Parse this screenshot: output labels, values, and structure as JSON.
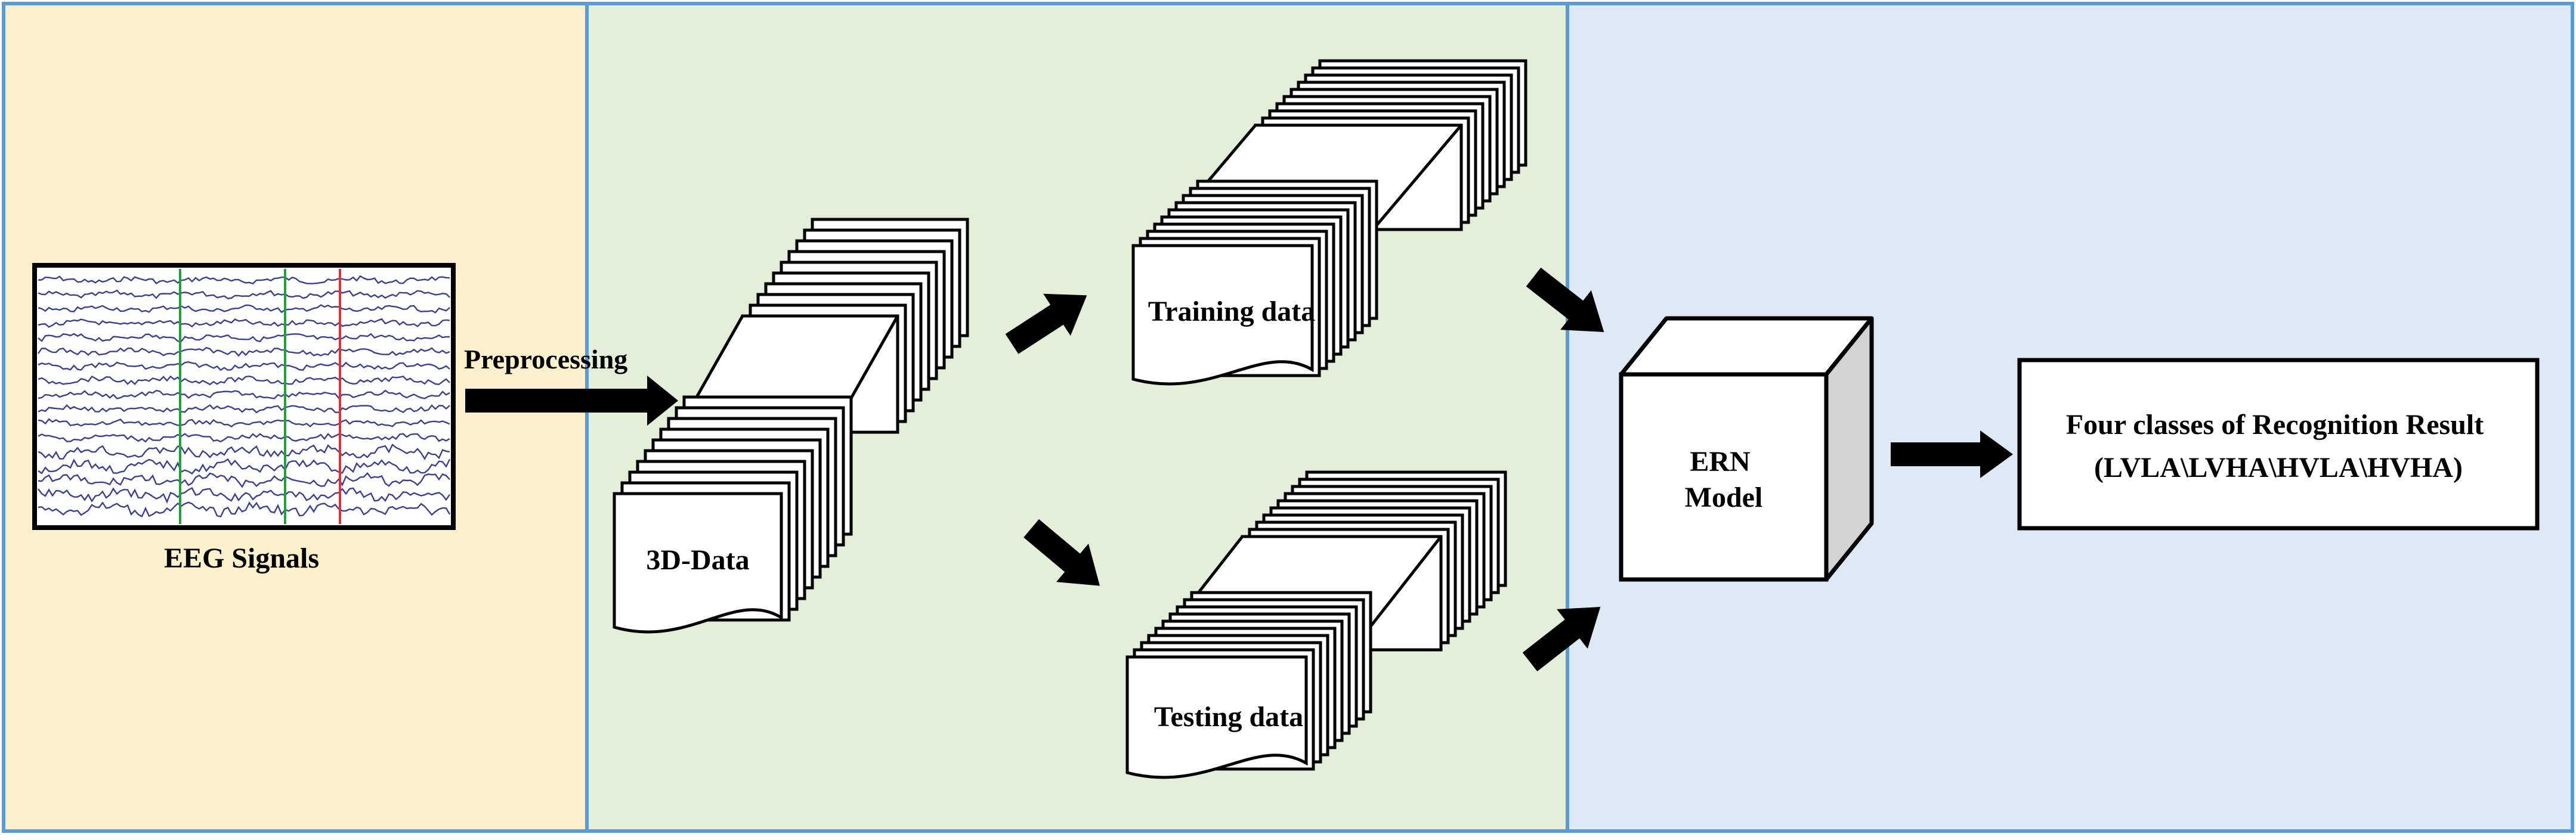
{
  "colors": {
    "panel_left": "#FDF0CD",
    "panel_middle": "#E3EFD9",
    "panel_right": "#DDE9F5",
    "panel_border": "#5B9BD5",
    "eeg_trace": "#3B3F94",
    "eeg_marker_green": "#22A03A",
    "eeg_marker_red": "#E0303A",
    "arrow": "#000000"
  },
  "labels": {
    "eeg_signals": "EEG Signals",
    "preprocessing": "Preprocessing",
    "data_3d": "3D-Data",
    "training_data": "Training data",
    "testing_data": "Testing data",
    "model_line1": "ERN",
    "model_line2": "Model",
    "result_line1": "Four classes of Recognition Result",
    "result_line2": "(LVLA\\LVHA\\HVLA\\HVHA)"
  },
  "icons": [
    "eeg-waveform-icon",
    "document-stack-icon",
    "cube-icon",
    "arrow-right-icon"
  ]
}
